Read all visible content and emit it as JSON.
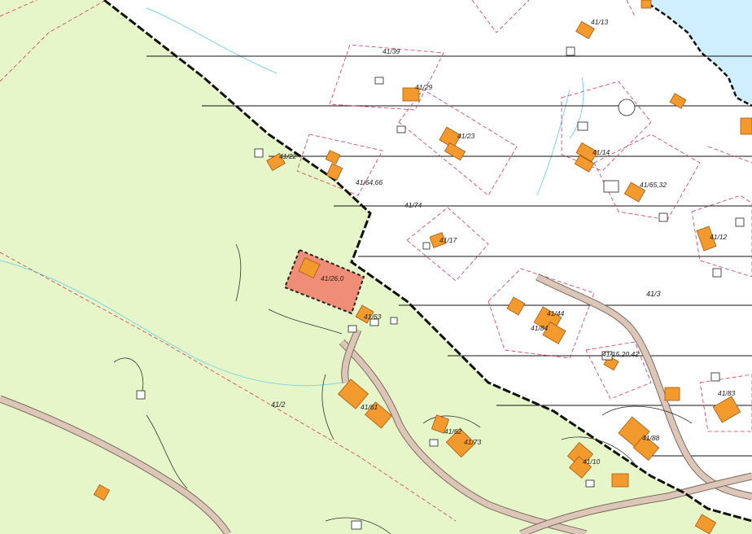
{
  "map": {
    "colors": {
      "agri": "#e7f6c9",
      "water": "#cfefff",
      "building": "#f39a2e",
      "building_stroke": "#a35a10",
      "highlight": "#ef8d77",
      "parcel_line": "#d23a5a",
      "road_fill": "#dcc6b8",
      "road_edge": "#7b6a60",
      "creek": "#7ad6e6",
      "boundary": "#111111"
    },
    "labels": [
      {
        "id": "41-39",
        "text": "41/39"
      },
      {
        "id": "41-13",
        "text": "41/13"
      },
      {
        "id": "41-29",
        "text": "41/29"
      },
      {
        "id": "41-23",
        "text": "41/23"
      },
      {
        "id": "41-14",
        "text": "41/14"
      },
      {
        "id": "41-22",
        "text": "41/22"
      },
      {
        "id": "41-64-66",
        "text": "41/64,66"
      },
      {
        "id": "41-65-32",
        "text": "41/65,32"
      },
      {
        "id": "41-74",
        "text": "41/74"
      },
      {
        "id": "41-17",
        "text": "41/17"
      },
      {
        "id": "41-12",
        "text": "41/12"
      },
      {
        "id": "41-26",
        "text": "41/26,0"
      },
      {
        "id": "41-3",
        "text": "41/3"
      },
      {
        "id": "41-63",
        "text": "41/63"
      },
      {
        "id": "41-44",
        "text": "41/44"
      },
      {
        "id": "41-84",
        "text": "41/84"
      },
      {
        "id": "41-15-20-42",
        "text": "41/15,20,42"
      },
      {
        "id": "41-83",
        "text": "41/83"
      },
      {
        "id": "41-2",
        "text": "41/2"
      },
      {
        "id": "41-61",
        "text": "41/61"
      },
      {
        "id": "41-62",
        "text": "41/62"
      },
      {
        "id": "41-73",
        "text": "41/73"
      },
      {
        "id": "41-88",
        "text": "41/88"
      },
      {
        "id": "41-10",
        "text": "41/10"
      }
    ]
  }
}
